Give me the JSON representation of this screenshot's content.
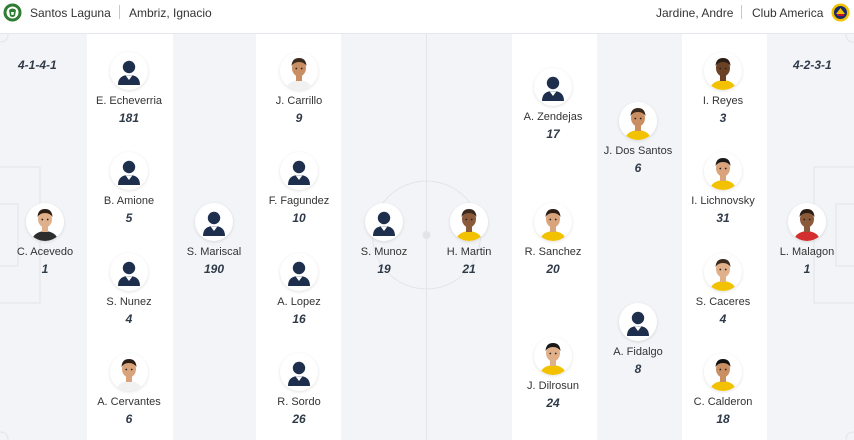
{
  "header": {
    "home_team": "Santos Laguna",
    "home_coach": "Ambriz, Ignacio",
    "away_coach": "Jardine, Andre",
    "away_team": "Club America"
  },
  "home": {
    "formation": "4-1-4-1",
    "players": [
      {
        "name": "C. Acevedo",
        "number": "1",
        "photo": "keeper-photo"
      },
      {
        "name": "E. Echeverria",
        "number": "181",
        "photo": "placeholder"
      },
      {
        "name": "B. Amione",
        "number": "5",
        "photo": "placeholder"
      },
      {
        "name": "S. Nunez",
        "number": "4",
        "photo": "placeholder"
      },
      {
        "name": "A. Cervantes",
        "number": "6",
        "photo": "photo"
      },
      {
        "name": "S. Mariscal",
        "number": "190",
        "photo": "placeholder"
      },
      {
        "name": "J. Carrillo",
        "number": "9",
        "photo": "photo"
      },
      {
        "name": "F. Fagundez",
        "number": "10",
        "photo": "placeholder"
      },
      {
        "name": "A. Lopez",
        "number": "16",
        "photo": "placeholder"
      },
      {
        "name": "R. Sordo",
        "number": "26",
        "photo": "placeholder"
      },
      {
        "name": "S. Munoz",
        "number": "19",
        "photo": "placeholder"
      }
    ]
  },
  "away": {
    "formation": "4-2-3-1",
    "players": [
      {
        "name": "H. Martin",
        "number": "21",
        "photo": "photo"
      },
      {
        "name": "A. Zendejas",
        "number": "17",
        "photo": "placeholder"
      },
      {
        "name": "R. Sanchez",
        "number": "20",
        "photo": "photo"
      },
      {
        "name": "J. Dilrosun",
        "number": "24",
        "photo": "photo"
      },
      {
        "name": "J. Dos Santos",
        "number": "6",
        "photo": "photo"
      },
      {
        "name": "A. Fidalgo",
        "number": "8",
        "photo": "placeholder"
      },
      {
        "name": "I. Reyes",
        "number": "3",
        "photo": "photo"
      },
      {
        "name": "I. Lichnovsky",
        "number": "31",
        "photo": "photo"
      },
      {
        "name": "S. Caceres",
        "number": "4",
        "photo": "photo"
      },
      {
        "name": "C. Calderon",
        "number": "18",
        "photo": "photo"
      },
      {
        "name": "L. Malagon",
        "number": "1",
        "photo": "keeper-photo"
      }
    ]
  },
  "colors": {
    "home_primary": "#2e7d32",
    "away_primary": "#f2c200",
    "away_secondary": "#1b2a6b",
    "placeholder_body": "#1e2f4d"
  }
}
